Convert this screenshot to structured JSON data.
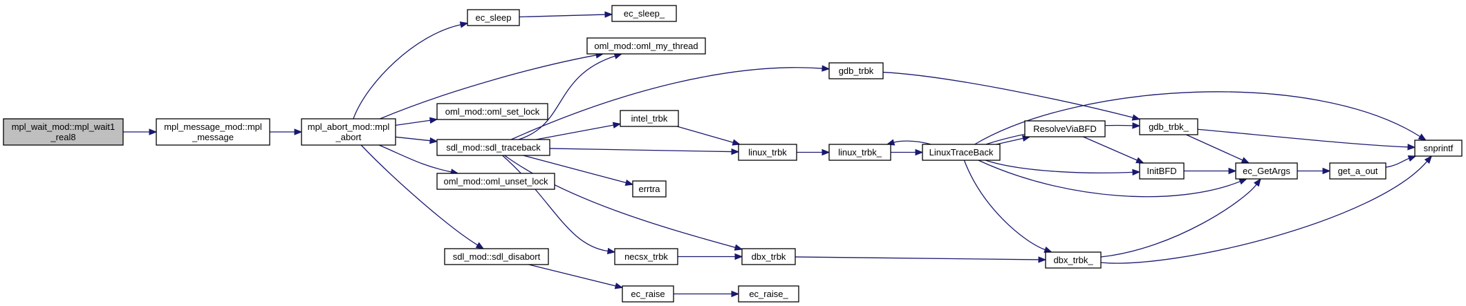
{
  "colors": {
    "edge": "#191970",
    "root_fill": "#bfbfbf",
    "node_fill": "#ffffff",
    "node_border": "#000000"
  },
  "nodes": [
    {
      "id": "mpl_wait_real8",
      "lines": [
        "mpl_wait_mod::mpl_wait1",
        "_real8"
      ],
      "root": true
    },
    {
      "id": "mpl_message",
      "lines": [
        "mpl_message_mod::mpl",
        "_message"
      ]
    },
    {
      "id": "mpl_abort",
      "lines": [
        "mpl_abort_mod::mpl",
        "_abort"
      ]
    },
    {
      "id": "ec_sleep",
      "lines": [
        "ec_sleep"
      ]
    },
    {
      "id": "ec_sleep_",
      "lines": [
        "ec_sleep_"
      ]
    },
    {
      "id": "oml_my_thread",
      "lines": [
        "oml_mod::oml_my_thread"
      ]
    },
    {
      "id": "oml_set_lock",
      "lines": [
        "oml_mod::oml_set_lock"
      ]
    },
    {
      "id": "sdl_traceback",
      "lines": [
        "sdl_mod::sdl_traceback"
      ]
    },
    {
      "id": "oml_unset_lock",
      "lines": [
        "oml_mod::oml_unset_lock"
      ]
    },
    {
      "id": "sdl_disabort",
      "lines": [
        "sdl_mod::sdl_disabort"
      ]
    },
    {
      "id": "gdb_trbk",
      "lines": [
        "gdb_trbk"
      ]
    },
    {
      "id": "intel_trbk",
      "lines": [
        "intel_trbk"
      ]
    },
    {
      "id": "errtra",
      "lines": [
        "errtra"
      ]
    },
    {
      "id": "necsx_trbk",
      "lines": [
        "necsx_trbk"
      ]
    },
    {
      "id": "ec_raise",
      "lines": [
        "ec_raise"
      ]
    },
    {
      "id": "ec_raise_",
      "lines": [
        "ec_raise_"
      ]
    },
    {
      "id": "linux_trbk",
      "lines": [
        "linux_trbk"
      ]
    },
    {
      "id": "dbx_trbk",
      "lines": [
        "dbx_trbk"
      ]
    },
    {
      "id": "linux_trbk_",
      "lines": [
        "linux_trbk_"
      ]
    },
    {
      "id": "LinuxTraceBack",
      "lines": [
        "LinuxTraceBack"
      ]
    },
    {
      "id": "ResolveViaBFD",
      "lines": [
        "ResolveViaBFD"
      ]
    },
    {
      "id": "gdb_trbk_",
      "lines": [
        "gdb_trbk_"
      ]
    },
    {
      "id": "InitBFD",
      "lines": [
        "InitBFD"
      ]
    },
    {
      "id": "dbx_trbk_",
      "lines": [
        "dbx_trbk_"
      ]
    },
    {
      "id": "ec_GetArgs",
      "lines": [
        "ec_GetArgs"
      ]
    },
    {
      "id": "get_a_out",
      "lines": [
        "get_a_out"
      ]
    },
    {
      "id": "snprintf",
      "lines": [
        "snprintf"
      ]
    }
  ],
  "edges": [
    {
      "from": "mpl_wait_real8",
      "to": "mpl_message"
    },
    {
      "from": "mpl_message",
      "to": "mpl_abort"
    },
    {
      "from": "mpl_abort",
      "to": "ec_sleep"
    },
    {
      "from": "mpl_abort",
      "to": "oml_my_thread"
    },
    {
      "from": "mpl_abort",
      "to": "oml_set_lock"
    },
    {
      "from": "mpl_abort",
      "to": "sdl_traceback"
    },
    {
      "from": "mpl_abort",
      "to": "oml_unset_lock"
    },
    {
      "from": "mpl_abort",
      "to": "sdl_disabort"
    },
    {
      "from": "ec_sleep",
      "to": "ec_sleep_"
    },
    {
      "from": "sdl_traceback",
      "to": "oml_my_thread"
    },
    {
      "from": "sdl_traceback",
      "to": "gdb_trbk"
    },
    {
      "from": "sdl_traceback",
      "to": "intel_trbk"
    },
    {
      "from": "sdl_traceback",
      "to": "linux_trbk"
    },
    {
      "from": "sdl_traceback",
      "to": "errtra"
    },
    {
      "from": "sdl_traceback",
      "to": "necsx_trbk"
    },
    {
      "from": "sdl_traceback",
      "to": "dbx_trbk"
    },
    {
      "from": "sdl_disabort",
      "to": "ec_raise"
    },
    {
      "from": "ec_raise",
      "to": "ec_raise_"
    },
    {
      "from": "gdb_trbk",
      "to": "gdb_trbk_"
    },
    {
      "from": "intel_trbk",
      "to": "linux_trbk"
    },
    {
      "from": "necsx_trbk",
      "to": "dbx_trbk"
    },
    {
      "from": "linux_trbk",
      "to": "linux_trbk_"
    },
    {
      "from": "dbx_trbk",
      "to": "dbx_trbk_"
    },
    {
      "from": "linux_trbk_",
      "to": "LinuxTraceBack"
    },
    {
      "from": "LinuxTraceBack",
      "to": "linux_trbk_"
    },
    {
      "from": "LinuxTraceBack",
      "to": "gdb_trbk_"
    },
    {
      "from": "LinuxTraceBack",
      "to": "snprintf"
    },
    {
      "from": "LinuxTraceBack",
      "to": "ResolveViaBFD"
    },
    {
      "from": "LinuxTraceBack",
      "to": "InitBFD"
    },
    {
      "from": "LinuxTraceBack",
      "to": "ec_GetArgs"
    },
    {
      "from": "LinuxTraceBack",
      "to": "dbx_trbk_"
    },
    {
      "from": "ResolveViaBFD",
      "to": "InitBFD"
    },
    {
      "from": "gdb_trbk_",
      "to": "ec_GetArgs"
    },
    {
      "from": "gdb_trbk_",
      "to": "snprintf"
    },
    {
      "from": "InitBFD",
      "to": "ec_GetArgs"
    },
    {
      "from": "dbx_trbk_",
      "to": "ec_GetArgs"
    },
    {
      "from": "dbx_trbk_",
      "to": "snprintf"
    },
    {
      "from": "ec_GetArgs",
      "to": "get_a_out"
    },
    {
      "from": "get_a_out",
      "to": "snprintf"
    }
  ]
}
